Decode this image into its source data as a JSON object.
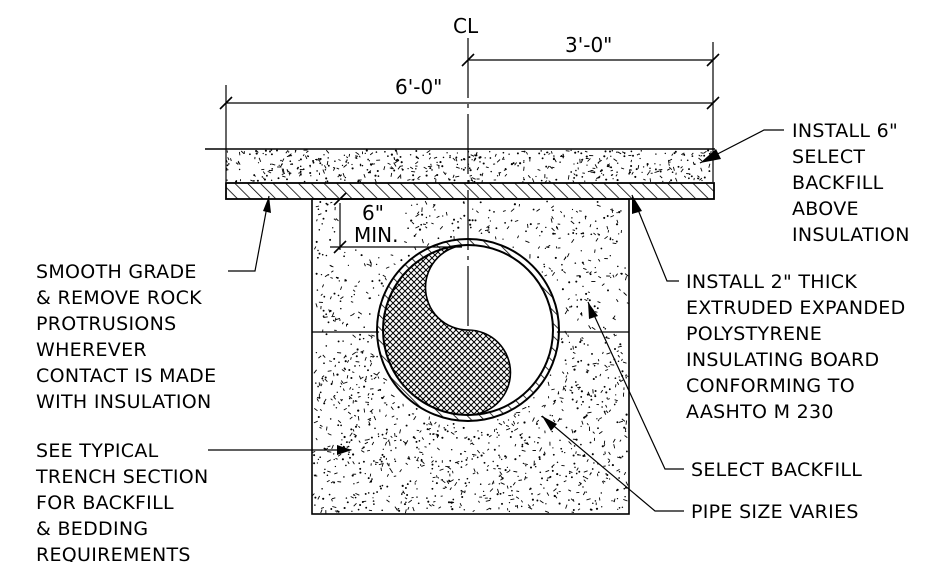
{
  "centerline_label": "CL",
  "dimensions": {
    "half_width": "3'-0\"",
    "full_width": "6'-0\"",
    "min_cover_value": "6\"",
    "min_cover_suffix": "MIN."
  },
  "notes": {
    "install_backfill": [
      "INSTALL 6\"",
      "SELECT",
      "BACKFILL",
      "ABOVE",
      "INSULATION"
    ],
    "insulating_board": [
      "INSTALL 2\" THICK",
      "EXTRUDED EXPANDED",
      "POLYSTYRENE",
      "INSULATING BOARD",
      "CONFORMING TO",
      "AASHTO M 230"
    ],
    "smooth_grade": [
      "SMOOTH GRADE",
      "& REMOVE ROCK",
      "PROTRUSIONS",
      "WHEREVER",
      "CONTACT IS MADE",
      "WITH INSULATION"
    ],
    "typical_trench": [
      "SEE TYPICAL",
      "TRENCH SECTION",
      "FOR BACKFILL",
      "& BEDDING",
      "REQUIREMENTS"
    ],
    "select_backfill": "SELECT BACKFILL",
    "pipe_size": "PIPE SIZE VARIES"
  }
}
